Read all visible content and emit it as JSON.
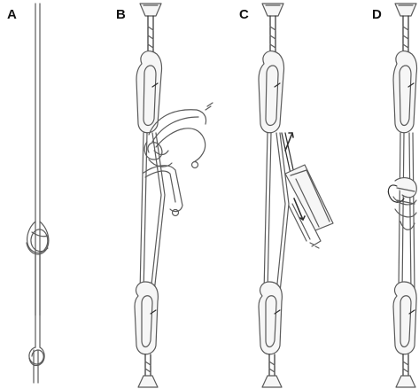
{
  "panels": [
    {
      "id": "A",
      "label": "A"
    },
    {
      "id": "B",
      "label": "B"
    },
    {
      "id": "C",
      "label": "C"
    },
    {
      "id": "D",
      "label": "D"
    }
  ],
  "colors": {
    "line": "#5a5a5a",
    "dark": "#2e2e2e",
    "fill": "#f6f6f6",
    "shade": "#d9d9d9"
  }
}
